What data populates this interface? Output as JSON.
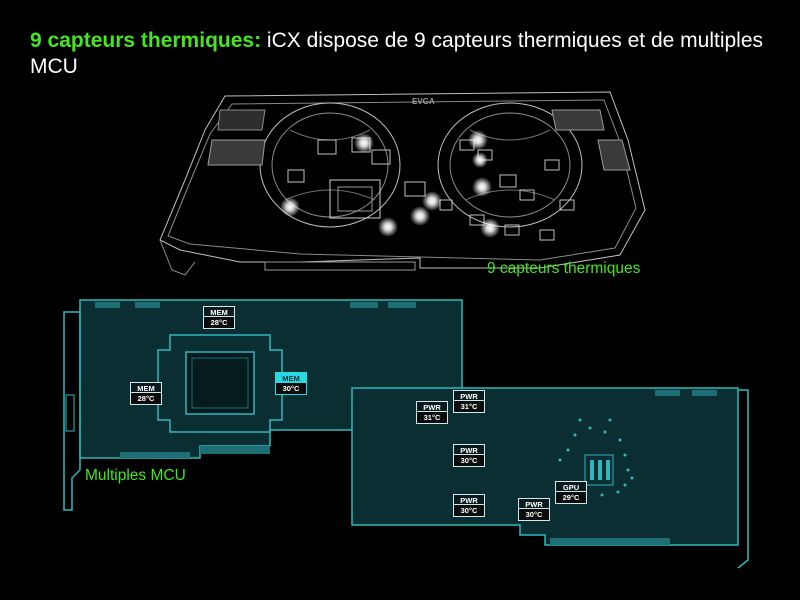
{
  "headline": {
    "highlight": "9 capteurs thermiques:",
    "text": " iCX dispose de 9 capteurs thermiques et de multiples MCU"
  },
  "gpu_brand": "EVGA",
  "captions": {
    "sensors": "9 capteurs thermiques",
    "mcu": "Multiples MCU"
  },
  "board_front_tags": [
    {
      "label": "MEM",
      "value": "28°C"
    },
    {
      "label": "MEM",
      "value": "28°C"
    },
    {
      "label": "MEM",
      "value": "30°C"
    }
  ],
  "board_back_tags": [
    {
      "label": "PWR",
      "value": "31°C"
    },
    {
      "label": "PWR",
      "value": "31°C"
    },
    {
      "label": "PWR",
      "value": "30°C"
    },
    {
      "label": "PWR",
      "value": "30°C"
    },
    {
      "label": "PWR",
      "value": "30°C"
    },
    {
      "label": "GPU",
      "value": "29°C"
    }
  ],
  "colors": {
    "accent_green": "#44e61e",
    "pcb_teal": "#0b2e33",
    "pcb_edge": "#2fb7bd",
    "highlight_cyan": "#27d9e0"
  }
}
